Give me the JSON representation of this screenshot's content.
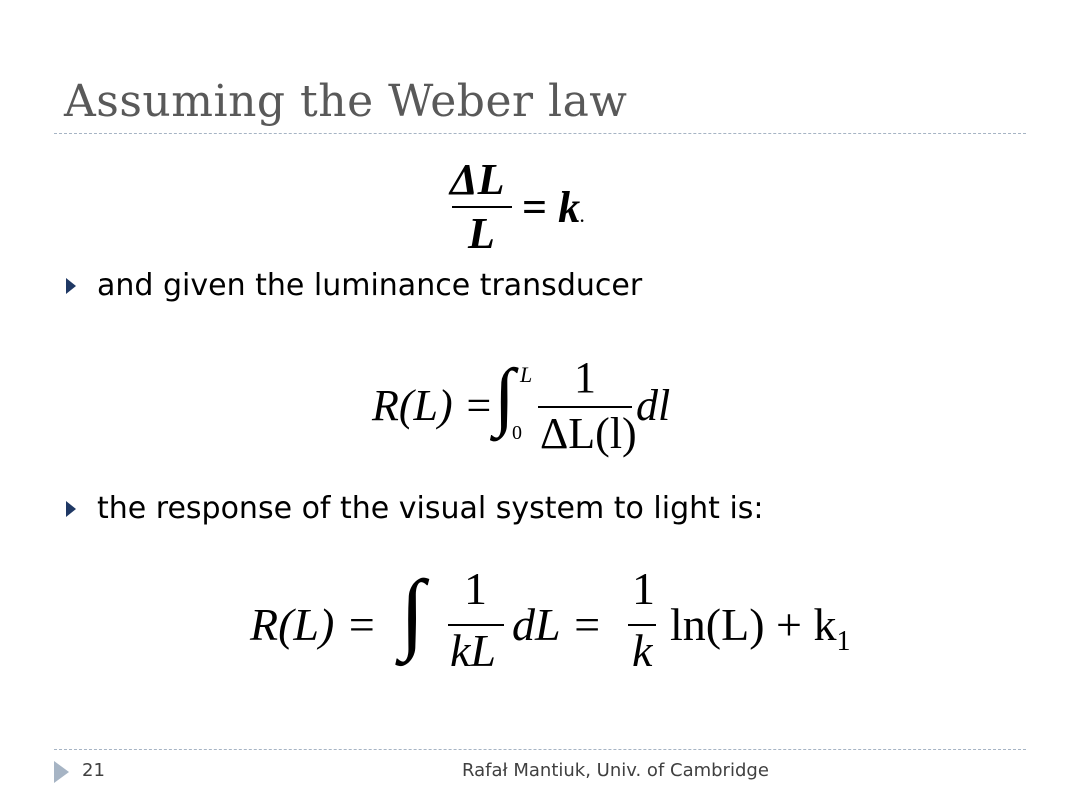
{
  "slide": {
    "title": "Assuming the Weber law",
    "bullets": [
      "and given the luminance transducer",
      "the response of the visual system to light is:"
    ],
    "equations": {
      "weber": {
        "numerator": "ΔL",
        "denominator": "L",
        "rhs": "= ",
        "rhs_var": "k",
        "rhs_dot": "."
      },
      "transducer": {
        "lhs": "R(L) =",
        "upper": "L",
        "lower": "0",
        "numerator": "1",
        "denominator": "ΔL(l)",
        "differential": "dl"
      },
      "response": {
        "lhs": "R(L) =",
        "num1": "1",
        "den1": "kL",
        "mid": "dL =",
        "num2": "1",
        "den2": "k",
        "rhs": "ln(L) + k",
        "sub": "1"
      }
    },
    "footer": {
      "page_number": "21",
      "author": "Rafał Mantiuk, Univ. of Cambridge"
    },
    "colors": {
      "title": "#595959",
      "rule": "#a6b4c4",
      "bullet_marker": "#1f3864"
    }
  }
}
